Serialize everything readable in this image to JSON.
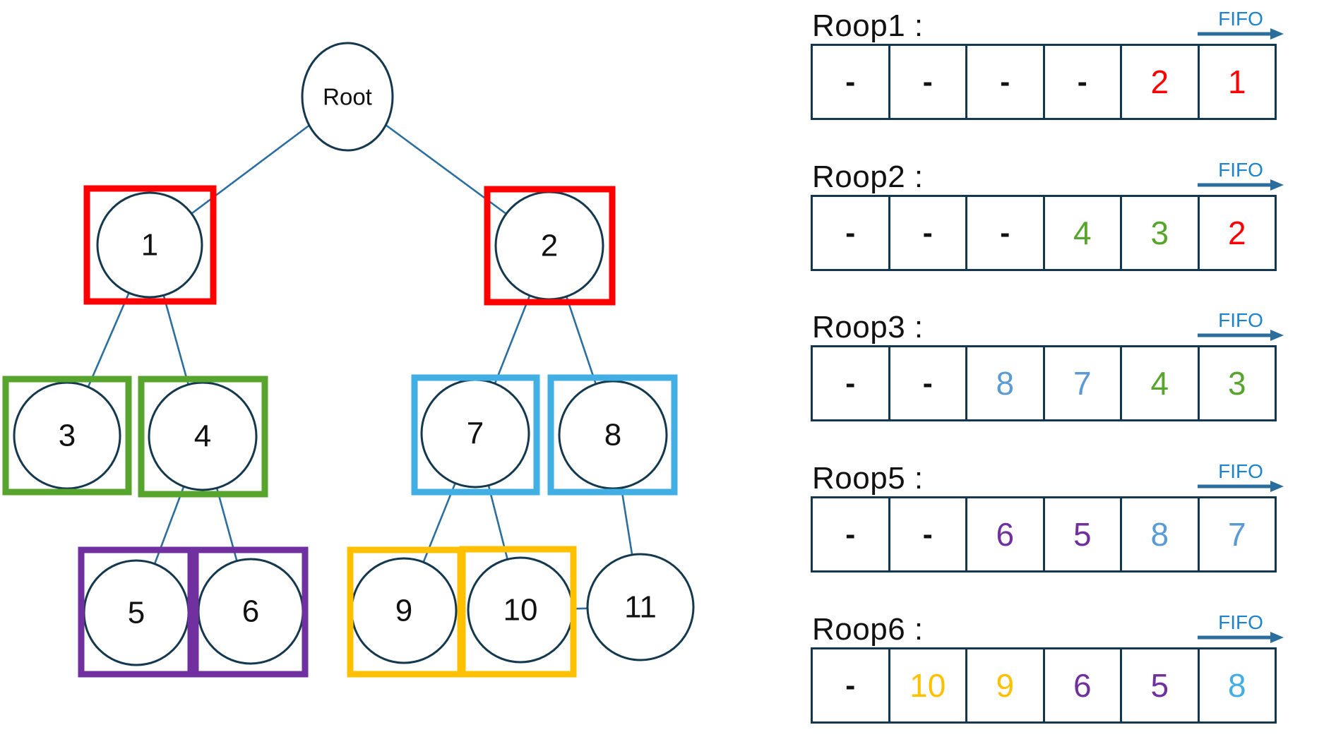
{
  "palette": {
    "black": "#111111",
    "red": "#FF0000",
    "green": "#57A52C",
    "blue": "#5B9BD5",
    "purple": "#7030A0",
    "yellow": "#FFC000",
    "lightblue": "#41AEE4"
  },
  "tree": {
    "nodes": [
      {
        "id": "root",
        "label": "Root",
        "box": null
      },
      {
        "id": "1",
        "label": "1",
        "box": "red"
      },
      {
        "id": "2",
        "label": "2",
        "box": "red"
      },
      {
        "id": "3",
        "label": "3",
        "box": "green"
      },
      {
        "id": "4",
        "label": "4",
        "box": "green"
      },
      {
        "id": "5",
        "label": "5",
        "box": "purple"
      },
      {
        "id": "6",
        "label": "6",
        "box": "purple"
      },
      {
        "id": "7",
        "label": "7",
        "box": "lightblue"
      },
      {
        "id": "8",
        "label": "8",
        "box": "lightblue"
      },
      {
        "id": "9",
        "label": "9",
        "box": "yellow"
      },
      {
        "id": "10",
        "label": "10",
        "box": "yellow"
      },
      {
        "id": "11",
        "label": "11",
        "box": null
      }
    ],
    "edges": [
      [
        "root",
        "1"
      ],
      [
        "root",
        "2"
      ],
      [
        "1",
        "3"
      ],
      [
        "1",
        "4"
      ],
      [
        "4",
        "5"
      ],
      [
        "4",
        "6"
      ],
      [
        "2",
        "7"
      ],
      [
        "2",
        "8"
      ],
      [
        "7",
        "9"
      ],
      [
        "7",
        "10"
      ],
      [
        "8",
        "11"
      ],
      [
        "10",
        "11"
      ]
    ]
  },
  "queues": [
    {
      "label": "Roop1 :",
      "fifo": "FIFO",
      "cells": [
        {
          "v": "-",
          "c": "black"
        },
        {
          "v": "-",
          "c": "black"
        },
        {
          "v": "-",
          "c": "black"
        },
        {
          "v": "-",
          "c": "black"
        },
        {
          "v": "2",
          "c": "red"
        },
        {
          "v": "1",
          "c": "red"
        }
      ]
    },
    {
      "label": "Roop2 :",
      "fifo": "FIFO",
      "cells": [
        {
          "v": "-",
          "c": "black"
        },
        {
          "v": "-",
          "c": "black"
        },
        {
          "v": "-",
          "c": "black"
        },
        {
          "v": "4",
          "c": "green"
        },
        {
          "v": "3",
          "c": "green"
        },
        {
          "v": "2",
          "c": "red"
        }
      ]
    },
    {
      "label": "Roop3 :",
      "fifo": "FIFO",
      "cells": [
        {
          "v": "-",
          "c": "black"
        },
        {
          "v": "-",
          "c": "black"
        },
        {
          "v": "8",
          "c": "blue"
        },
        {
          "v": "7",
          "c": "blue"
        },
        {
          "v": "4",
          "c": "green"
        },
        {
          "v": "3",
          "c": "green"
        }
      ]
    },
    {
      "label": "Roop5 :",
      "fifo": "FIFO",
      "cells": [
        {
          "v": "-",
          "c": "black"
        },
        {
          "v": "-",
          "c": "black"
        },
        {
          "v": "6",
          "c": "purple"
        },
        {
          "v": "5",
          "c": "purple"
        },
        {
          "v": "8",
          "c": "blue"
        },
        {
          "v": "7",
          "c": "blue"
        }
      ]
    },
    {
      "label": "Roop6 :",
      "fifo": "FIFO",
      "cells": [
        {
          "v": "-",
          "c": "black"
        },
        {
          "v": "10",
          "c": "yellow"
        },
        {
          "v": "9",
          "c": "yellow"
        },
        {
          "v": "6",
          "c": "purple"
        },
        {
          "v": "5",
          "c": "purple"
        },
        {
          "v": "8",
          "c": "lightblue"
        }
      ]
    }
  ]
}
